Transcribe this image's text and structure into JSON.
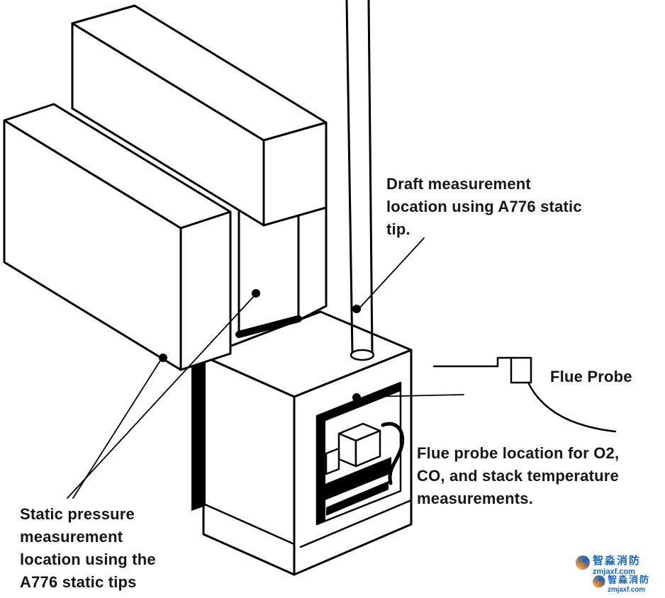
{
  "labels": {
    "draft": "Draft measurement\nlocation using A776 static\ntip.",
    "flue_probe": "Flue Probe",
    "flue_probe_location": "Flue probe location for O2,\nCO, and stack temperature\nmeasurements.",
    "static_pressure": "Static pressure\nmeasurement\nlocation using the\nA776 static tips"
  },
  "diagram": {
    "ink_color": "#000000",
    "measurement_points": [
      {
        "name": "static-tip-upper-duct"
      },
      {
        "name": "static-tip-lower-duct"
      },
      {
        "name": "draft-a776-static-tip-on-flue-pipe"
      },
      {
        "name": "flue-probe-port-on-furnace"
      }
    ]
  },
  "watermark": {
    "brand": "智淼消防",
    "site": "zmjaxf.com",
    "text_color": "#1565c0",
    "logo_orange": "#f08019",
    "logo_blue": "#1b74c5"
  }
}
